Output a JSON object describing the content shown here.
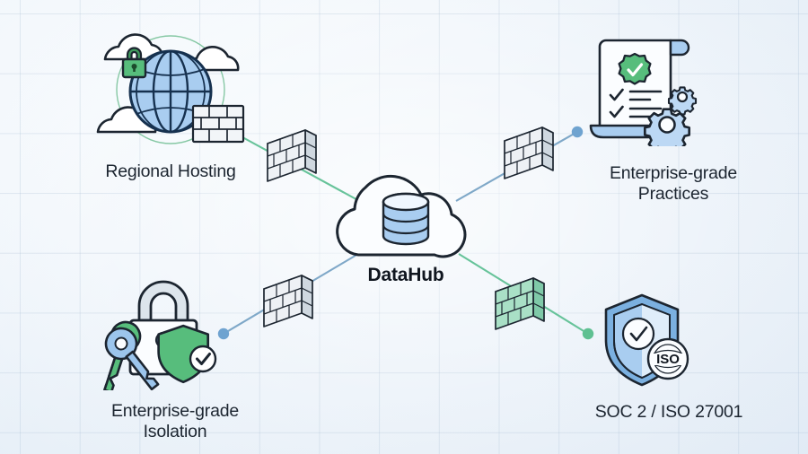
{
  "diagram": {
    "title_hub": "DataHub",
    "background": {
      "grid_color": "#96afc8",
      "base_color": "#eef4fa"
    },
    "palette": {
      "blue": "#4a86c8",
      "blue_light": "#a9cbee",
      "blue_fill": "#bcd8f4",
      "green": "#4caf6e",
      "green_light": "#7fd1a0",
      "teal_edge": "#52b88a",
      "blue_edge": "#6d9fc4",
      "ink": "#1c2530",
      "wall_gray": "#eef1f5",
      "wall_green": "#a9e0c6"
    },
    "hub": {
      "name": "DataHub",
      "icon": "cloud-database-icon"
    },
    "nodes": [
      {
        "id": "regional-hosting",
        "label": "Regional Hosting",
        "icon": "globe-cloud-lock-icon",
        "dot_color": "#52b88a",
        "edge_color": "#52b88a"
      },
      {
        "id": "enterprise-practices",
        "label": "Enterprise-grade\nPractices",
        "icon": "certificate-gears-icon",
        "dot_color": "#6d9fc4",
        "edge_color": "#6d9fc4"
      },
      {
        "id": "enterprise-isolation",
        "label": "Enterprise-grade\nIsolation",
        "icon": "padlock-keys-shield-icon",
        "dot_color": "#6d9fc4",
        "edge_color": "#6d9fc4"
      },
      {
        "id": "soc2-iso",
        "label": "SOC 2 / ISO 27001",
        "icon": "shield-check-iso-icon",
        "dot_color": "#52b88a",
        "edge_color": "#52b88a"
      }
    ],
    "firewalls": [
      {
        "id": "firewall-top-left",
        "color": "gray",
        "label": "firewall"
      },
      {
        "id": "firewall-top-right",
        "color": "gray",
        "label": "firewall"
      },
      {
        "id": "firewall-bottom-left",
        "color": "gray",
        "label": "firewall"
      },
      {
        "id": "firewall-bottom-right",
        "color": "green",
        "label": "firewall"
      }
    ]
  }
}
